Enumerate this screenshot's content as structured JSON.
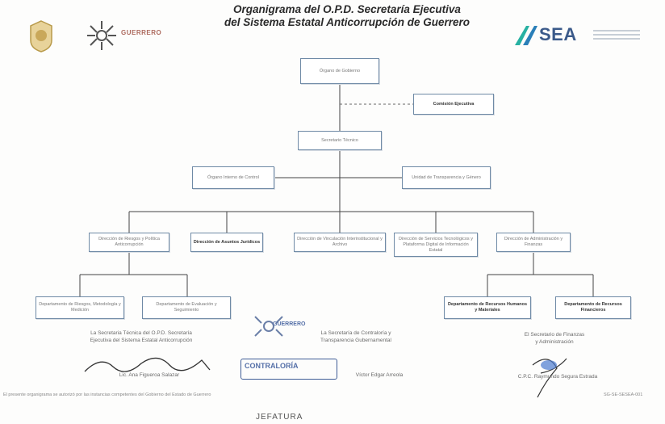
{
  "title": {
    "line1": "Organigrama del O.P.D. Secretaría Ejecutiva",
    "line2": "del Sistema Estatal Anticorrupción de Guerrero"
  },
  "header_logos": {
    "left_crest_icon": "state-crest-icon",
    "guerrero_text": "GUERRERO",
    "sea_text": "SEA"
  },
  "org": {
    "organo_gobierno": "Órgano de Gobierno",
    "comision_ejecutiva": "Comisión Ejecutiva",
    "secretario_tecnico": "Secretario Técnico",
    "organo_interno": "Órgano Interno de Control",
    "unidad_transparencia": "Unidad de Transparencia y Género",
    "dir_riesgos": "Dirección de Riesgos y Política Anticorrupción",
    "dir_asuntos": "Dirección de Asuntos Jurídicos",
    "dir_vinculacion": "Dirección de Vinculación Interinstitucional y Archivo",
    "dir_servicios": "Dirección de Servicios Tecnológicos y Plataforma Digital de Información Estatal",
    "dir_administracion": "Dirección de Administración y Finanzas",
    "depto_riesgos": "Departamento de Riesgos, Metodología y Medición",
    "depto_evaluacion": "Departamento de Evaluación y Seguimiento",
    "depto_rh": "Departamento de Recursos Humanos y Materiales",
    "depto_rf": "Departamento de Recursos Financieros"
  },
  "signatures": {
    "left": {
      "line1": "La Secretaria Técnica del O.P.D. Secretaría",
      "line2": "Ejecutiva del Sistema Estatal Anticorrupción",
      "name": "Lic. Ana Figueroa Salazar"
    },
    "center": {
      "line1": "La Secretaría de Contraloría y",
      "line2": "Transparencia Gubernamental",
      "name": "Víctor Edgar Arreola"
    },
    "right": {
      "line1": "El Secretario de Finanzas",
      "line2": "y Administración",
      "name": "C.P.C. Raymundo Segura Estrada"
    }
  },
  "stamp": {
    "text": "CONTRALORÍA",
    "sub": "GUERRERO"
  },
  "footer": {
    "text": "El presente organigrama se autorizó por las instancias competentes del Gobierno del Estado de Guerrero",
    "page_ref": "SG-SE-SESEA-001"
  },
  "jefatura": "JEFATURA"
}
